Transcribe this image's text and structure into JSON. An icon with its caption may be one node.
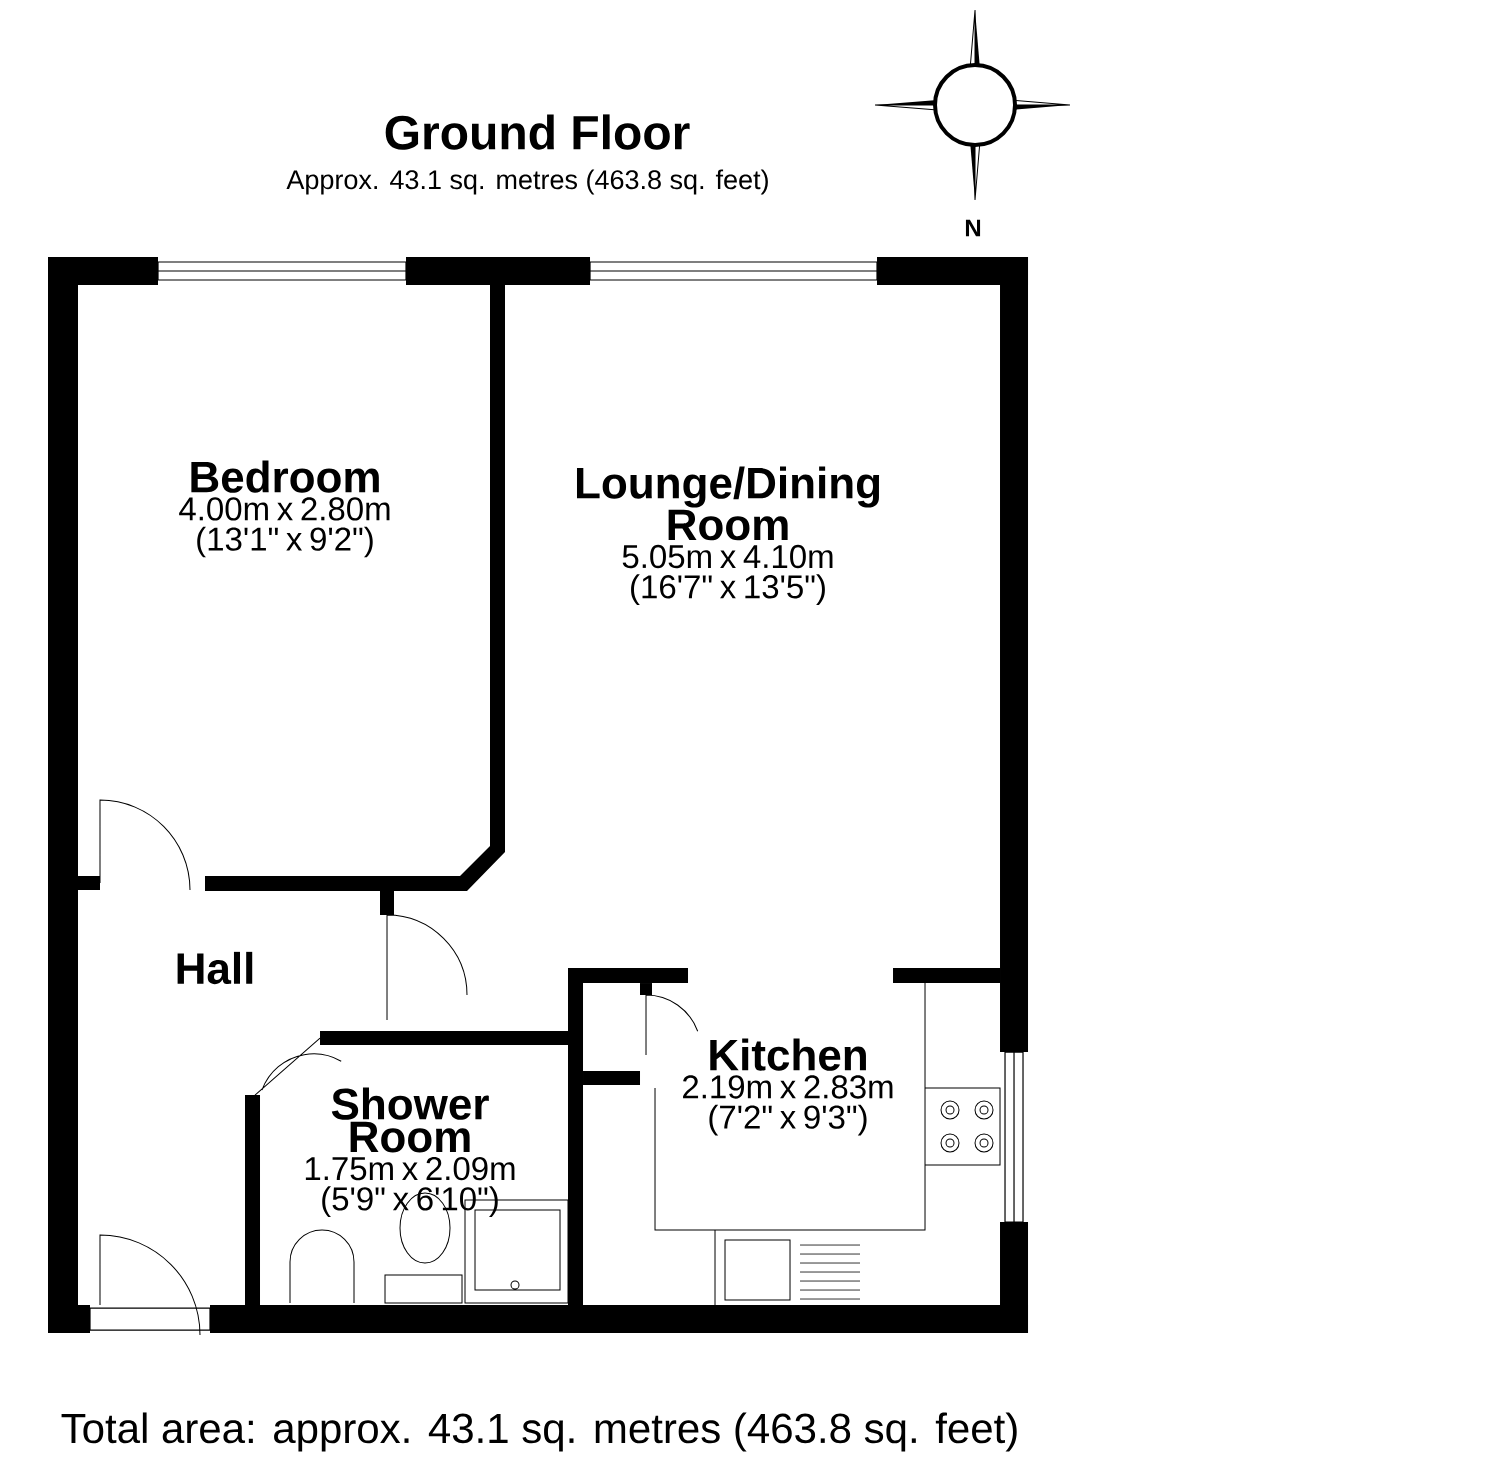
{
  "diagram": {
    "title": "Ground Floor",
    "caption": "Total area: approx. 43.1 sq. metres (463.8 sq. feet)",
    "nodes": [
      {
        "text": [
          "Bedroom",
          "4.00m x 2.80m",
          "(13'1\" x 9'2\")"
        ]
      },
      {
        "text": [
          "Lounge/Dining Room",
          "5.05m x 4.10m",
          "(16'7\" x 13'5\")"
        ]
      },
      {
        "text": [
          "Hall"
        ]
      },
      {
        "text": [
          "Shower Room",
          "1.75m x 2.09m",
          "(5'9\" x 6'10\")"
        ]
      },
      {
        "text": [
          "Kitchen",
          "2.19m x 2.83m",
          "(7'2\" x 9'3\")"
        ]
      }
    ],
    "labels": [
      "Approx. 43.1 sq. metres (463.8 sq. feet)",
      "N"
    ]
  }
}
